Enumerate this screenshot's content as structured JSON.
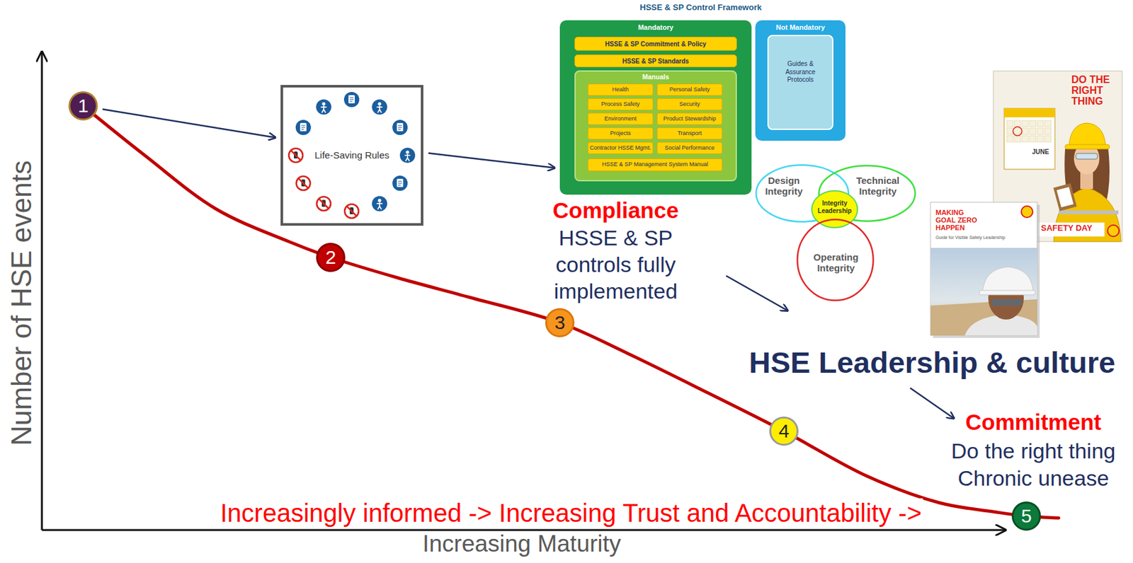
{
  "diagram": {
    "nodes": [
      {
        "text": [
          "1"
        ]
      },
      {
        "text": [
          "Life-Saving Rules"
        ]
      },
      {
        "text": [
          "Mandatory"
        ]
      },
      {
        "text": [
          "HSSE & SP Commitment & Policy"
        ],
        "in": 2
      },
      {
        "text": [
          "HSSE & SP Standards"
        ],
        "in": 2
      },
      {
        "text": [
          "Manuals"
        ],
        "in": 2
      },
      {
        "text": [
          "Health"
        ],
        "in": 5
      },
      {
        "text": [
          "Personal Safety"
        ],
        "in": 5
      },
      {
        "text": [
          "Process Safety"
        ],
        "in": 5
      },
      {
        "text": [
          "Security"
        ],
        "in": 5
      },
      {
        "text": [
          "Environment"
        ],
        "in": 5
      },
      {
        "text": [
          "Product Stewardship"
        ],
        "in": 5
      },
      {
        "text": [
          "Projects"
        ],
        "in": 5
      },
      {
        "text": [
          "Transport"
        ],
        "in": 5
      },
      {
        "text": [
          "Contractor HSSE Mgmt."
        ],
        "in": 5
      },
      {
        "text": [
          "Social Performance"
        ],
        "in": 5
      },
      {
        "text": [
          "HSSE & SP Management System Manual"
        ],
        "in": 5
      },
      {
        "text": [
          "Not Mandatory"
        ]
      },
      {
        "text": [
          "Guides & Assurance Protocols"
        ],
        "in": 17
      },
      {
        "text": [
          "DO THE RIGHT THING",
          "JUNE",
          "SAFETY DAY"
        ]
      },
      {
        "text": [
          "Design Integrity"
        ]
      },
      {
        "text": [
          "Technical Integrity"
        ]
      },
      {
        "text": [
          "Integrity Leadership"
        ]
      },
      {
        "text": [
          "Operating Integrity"
        ]
      },
      {
        "text": [
          "MAKING GOAL ZERO HAPPEN",
          "Guide for Visible Safety Leadership"
        ]
      },
      {
        "text": [
          "2"
        ]
      },
      {
        "text": [
          "3"
        ]
      },
      {
        "text": [
          "4"
        ]
      },
      {
        "text": [
          "5"
        ]
      }
    ],
    "edges": [
      {
        "from": 0,
        "to": 1,
        "arrow": "to"
      },
      {
        "from": 1,
        "to": 2,
        "arrow": "to"
      }
    ],
    "labels": [
      "HSSE & SP Control Framework",
      "Compliance",
      "HSSE & SP controls fully implemented",
      "HSE Leadership & culture",
      "Commitment",
      "Do the right thing",
      "Chronic unease",
      "Increasingly informed -> Increasing Trust and Accountability ->",
      "Number of HSE events",
      "Increasing Maturity"
    ]
  }
}
